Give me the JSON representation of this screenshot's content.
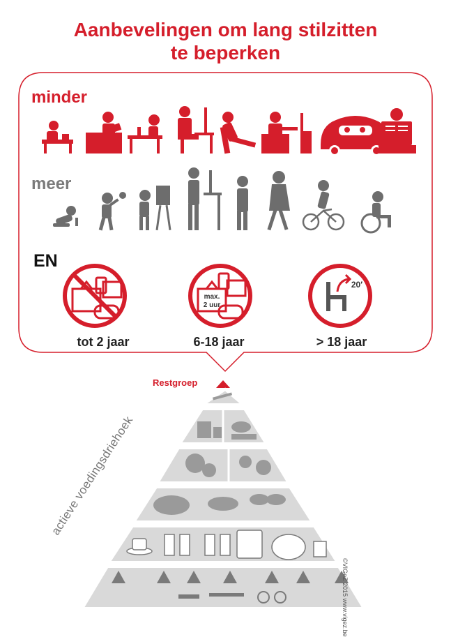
{
  "title": {
    "line1": "Aanbevelingen om lang stilzitten",
    "line2": "te beperken"
  },
  "sections": {
    "less_label": "minder",
    "more_label": "meer",
    "and_label": "EN"
  },
  "less_activities": [
    "sitting-toddler-icon",
    "child-at-desk-icon",
    "child-drawing-icon",
    "office-worker-computer-icon",
    "reclining-person-icon",
    "person-watching-tv-icon",
    "car-passengers-icon",
    "person-reading-icon"
  ],
  "more_activities": [
    "crawling-baby-icon",
    "child-throwing-ball-icon",
    "child-painting-easel-icon",
    "standing-desk-worker-icon",
    "person-on-phone-standing-icon",
    "walking-woman-icon",
    "cyclist-icon",
    "wheelchair-user-icon"
  ],
  "screen_rules": [
    {
      "age": "tot 2 jaar",
      "icon": "no-screens-icon"
    },
    {
      "age": "6-18 jaar",
      "icon": "max-screen-time-icon",
      "badge_line1": "max.",
      "badge_line2": "2 uur"
    },
    {
      "age": "> 18 jaar",
      "icon": "stand-up-every-20-min-icon",
      "badge": "20′"
    }
  ],
  "pyramid": {
    "rest_label": "Restgroep",
    "side_label": "actieve voedingsdriehoek",
    "credit": "©VIGeZ 2015 www.vigez.be",
    "levels": [
      "restgroup-layer",
      "dairy-and-meat-layer",
      "fruit-and-vegetables-layer",
      "grains-and-potatoes-layer",
      "water-layer",
      "physical-activity-layer"
    ]
  },
  "colors": {
    "accent_red": "#d51e2b",
    "gray": "#6d6d6d",
    "light_gray": "#bdbdbd"
  }
}
